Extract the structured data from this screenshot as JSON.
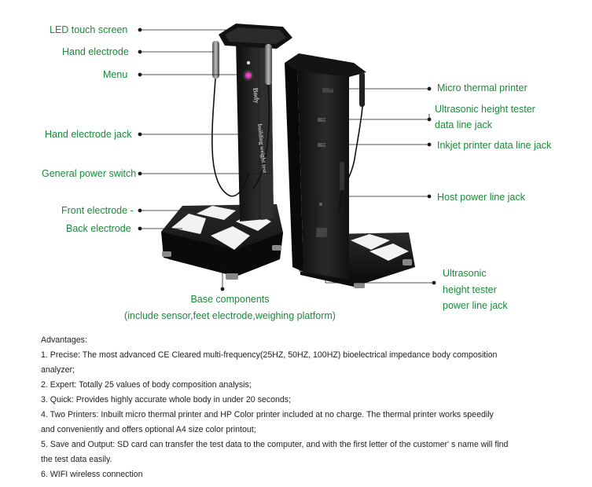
{
  "labels": {
    "led_touch_screen": "LED touch screen",
    "hand_electrode": "Hand electrode",
    "menu": "Menu",
    "hand_electrode_jack": "Hand electrode jack",
    "general_power_switch": "General power switch",
    "front_electrode": "Front electrode -",
    "back_electrode": "Back electrode",
    "base_components_1": "Base components",
    "base_components_2": "(include sensor,feet electrode,weighing platform)",
    "micro_thermal_printer": "Micro thermal printer",
    "ultrasonic_data_1": "Ultrasonic height tester",
    "ultrasonic_data_2": "data line jack",
    "inkjet_printer_jack": "Inkjet printer data line jack",
    "host_power_jack": "Host power line jack",
    "ultrasonic_power_1": "Ultrasonic",
    "ultrasonic_power_2": "height tester",
    "ultrasonic_power_3": "power line jack"
  },
  "device_text": {
    "brand": "Body",
    "slogan": "building weight test"
  },
  "colors": {
    "label_green": "#1a8a3a",
    "device_black": "#1b1b1b",
    "menu_accent": "#c0399a"
  },
  "advantages": {
    "heading": "Advantages:",
    "items": [
      "1. Precise: The most advanced CE Cleared multi-frequency(25HZ, 50HZ, 100HZ) bioelectrical impedance  body composition",
      "analyzer;",
      "2. Expert: Totally 25 values of body composition analysis;",
      "3. Quick: Provides highly accurate whole body in under 20 seconds;",
      "4. Two Printers: Inbuilt micro thermal printer and HP Color printer included at no charge. The thermal printer works speedily",
      "and conveniently and offers optional A4 size color printout;",
      "5. Save and Output: SD card can transfer the test data to the computer, and with the first letter of the customer' s name will find",
      "the test data easily.",
      "6. WIFI wireless connection"
    ]
  }
}
